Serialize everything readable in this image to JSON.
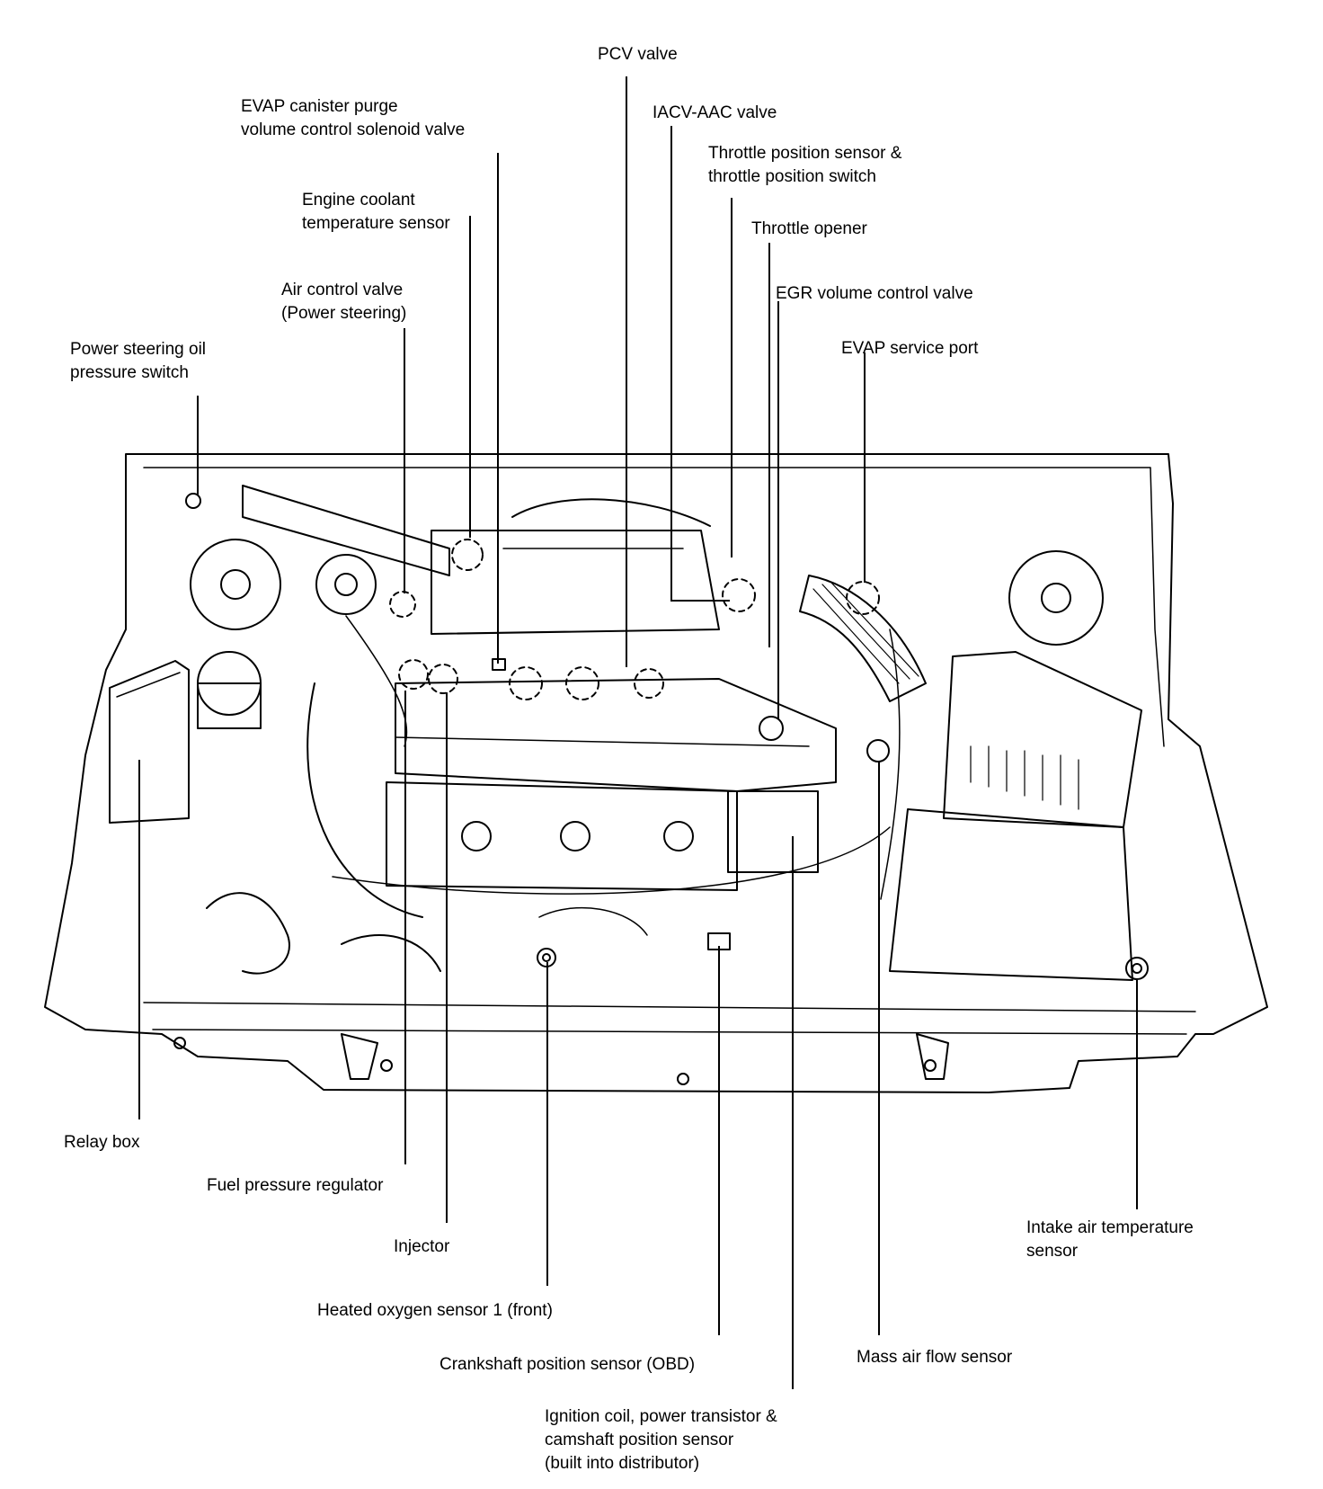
{
  "labels": {
    "pcv": [
      "PCV valve"
    ],
    "evap_purge": [
      "EVAP canister purge",
      "volume control solenoid valve"
    ],
    "iacv": [
      "IACV-AAC valve"
    ],
    "tps": [
      "Throttle position sensor &",
      "throttle position switch"
    ],
    "ect": [
      "Engine coolant",
      "temperature sensor"
    ],
    "opener": [
      "Throttle opener"
    ],
    "acv": [
      "Air control valve",
      "(Power steering)"
    ],
    "egr": [
      "EGR volume control valve"
    ],
    "ps_switch": [
      "Power steering oil",
      "pressure switch"
    ],
    "evap_port": [
      "EVAP service port"
    ],
    "relay": [
      "Relay box"
    ],
    "fpr": [
      "Fuel pressure regulator"
    ],
    "injector": [
      "Injector"
    ],
    "iat": [
      "Intake air temperature",
      "sensor"
    ],
    "ho2s": [
      "Heated oxygen sensor 1 (front)"
    ],
    "ckp": [
      "Crankshaft position sensor (OBD)"
    ],
    "maf": [
      "Mass air flow sensor"
    ],
    "ignition": [
      "Ignition coil, power transistor &",
      "camshaft position sensor",
      "(built into distributor)"
    ]
  }
}
